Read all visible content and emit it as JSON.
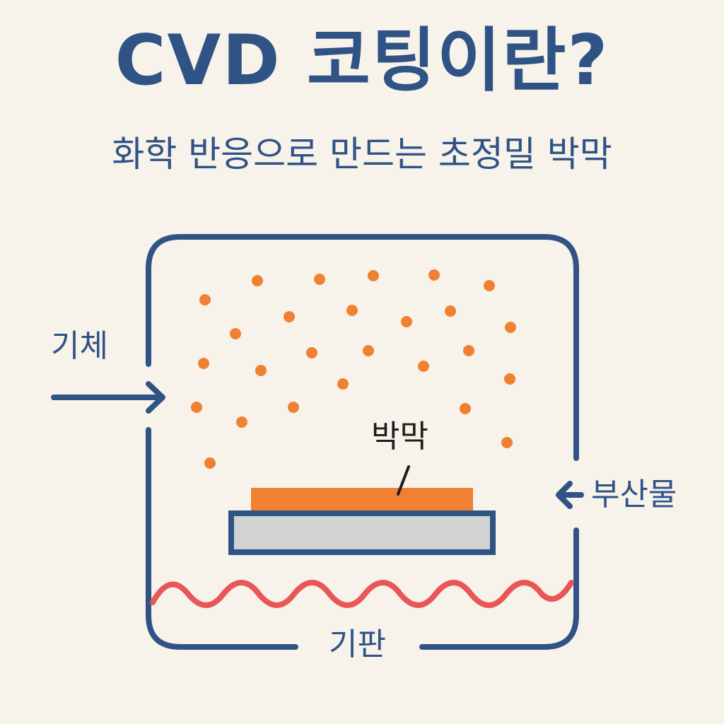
{
  "title": "CVD 코팅이란?",
  "subtitle": "화학 반응으로 만드는 초정밀 박막",
  "labels": {
    "gas": "기체",
    "film": "박막",
    "byproduct": "부산물",
    "substrate": "기판"
  },
  "colors": {
    "background": "#f7f2ea",
    "primary": "#2f5385",
    "particle": "#f08133",
    "film": "#f08133",
    "substrate": "#d1d3d3",
    "heater": "#e85656",
    "film_label": "#1e1e1e"
  },
  "icons": {
    "gas_inlet": "arrow-right-icon",
    "byproduct_outlet": "arrow-left-icon"
  }
}
